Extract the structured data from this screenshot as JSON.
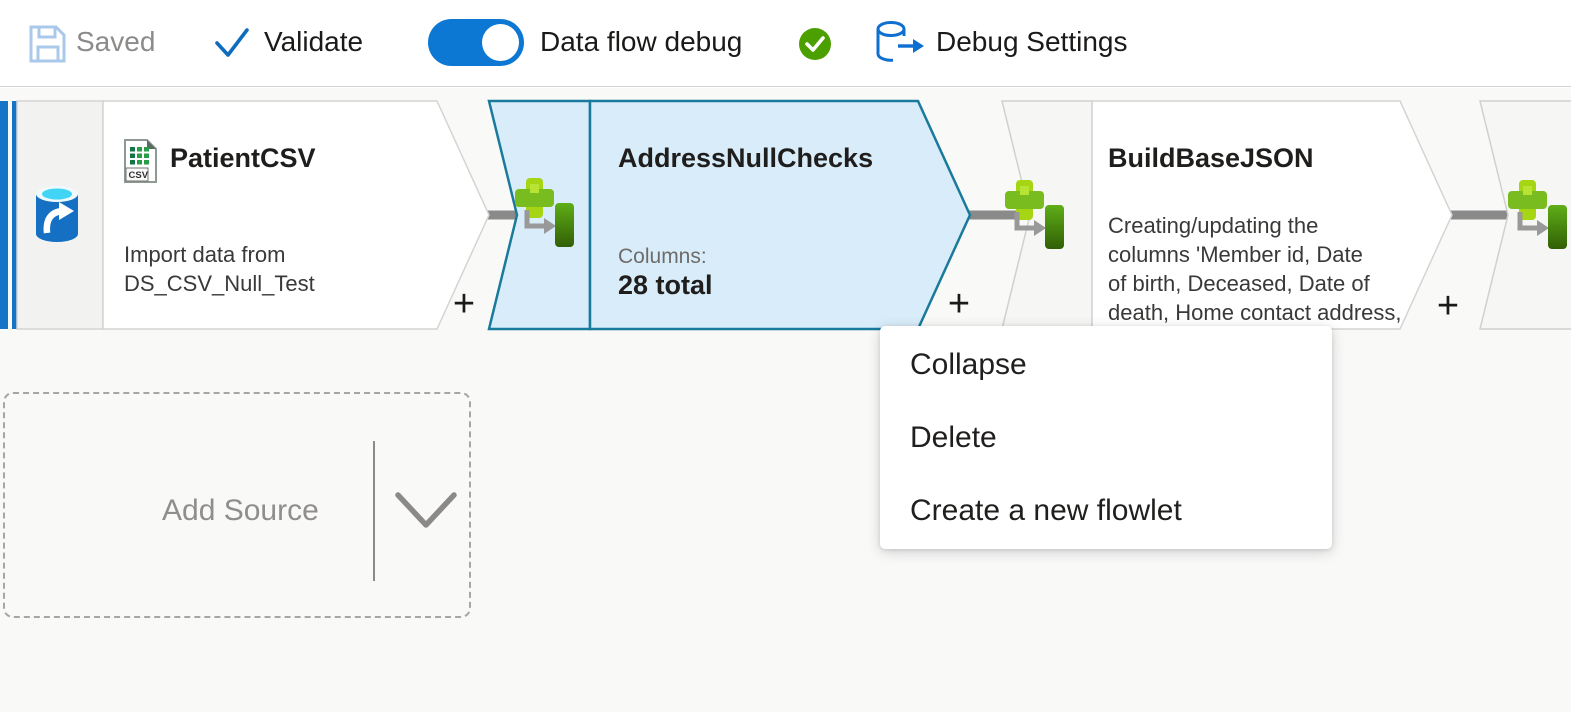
{
  "toolbar": {
    "saved_label": "Saved",
    "validate_label": "Validate",
    "debug_toggle_label": "Data flow debug",
    "debug_toggle_state": "on",
    "debug_settings_label": "Debug Settings"
  },
  "colors": {
    "accent_blue": "#0c78d4",
    "selected_node_fill": "#d9ecf9",
    "selected_node_border": "#1a7a9c",
    "success_green": "#4ba000",
    "source_stripe_blue": "#1574c5"
  },
  "canvas": {
    "plus_label": "+",
    "nodes": [
      {
        "id": "PatientCSV",
        "type": "source",
        "title": "PatientCSV",
        "desc_lines": [
          "Import data from",
          "DS_CSV_Null_Test"
        ]
      },
      {
        "id": "AddressNullChecks",
        "type": "derived-column",
        "selected": true,
        "title": "AddressNullChecks",
        "meta_label": "Columns:",
        "meta_value": "28 total"
      },
      {
        "id": "BuildBaseJSON",
        "type": "derived-column",
        "title": "BuildBaseJSON",
        "desc_lines": [
          "Creating/updating the",
          "columns 'Member id, Date",
          "of birth, Deceased, Date of",
          "death, Home contact address,"
        ]
      },
      {
        "id": "partial-right",
        "type": "derived-column",
        "title": ""
      }
    ],
    "add_source_label": "Add Source"
  },
  "context_menu": {
    "items": [
      "Collapse",
      "Delete",
      "Create a new flowlet"
    ]
  }
}
